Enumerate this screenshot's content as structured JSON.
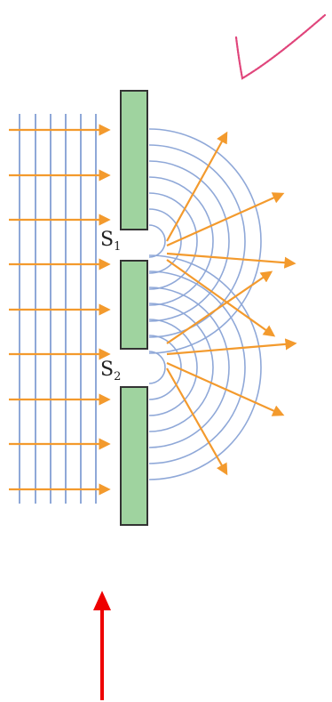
{
  "diagram": {
    "slit1": {
      "letter": "S",
      "index": "1"
    },
    "slit2": {
      "letter": "S",
      "index": "2"
    },
    "colors": {
      "wavefront": "#8fa8d8",
      "ray": "#f39a2d",
      "barrier_fill": "#9fd39f",
      "barrier_stroke": "#333333",
      "checkmark": "#e0457b",
      "pointer_arrow": "#ee0000"
    },
    "icons": [
      "checkmark-icon",
      "red-up-arrow-icon"
    ]
  }
}
